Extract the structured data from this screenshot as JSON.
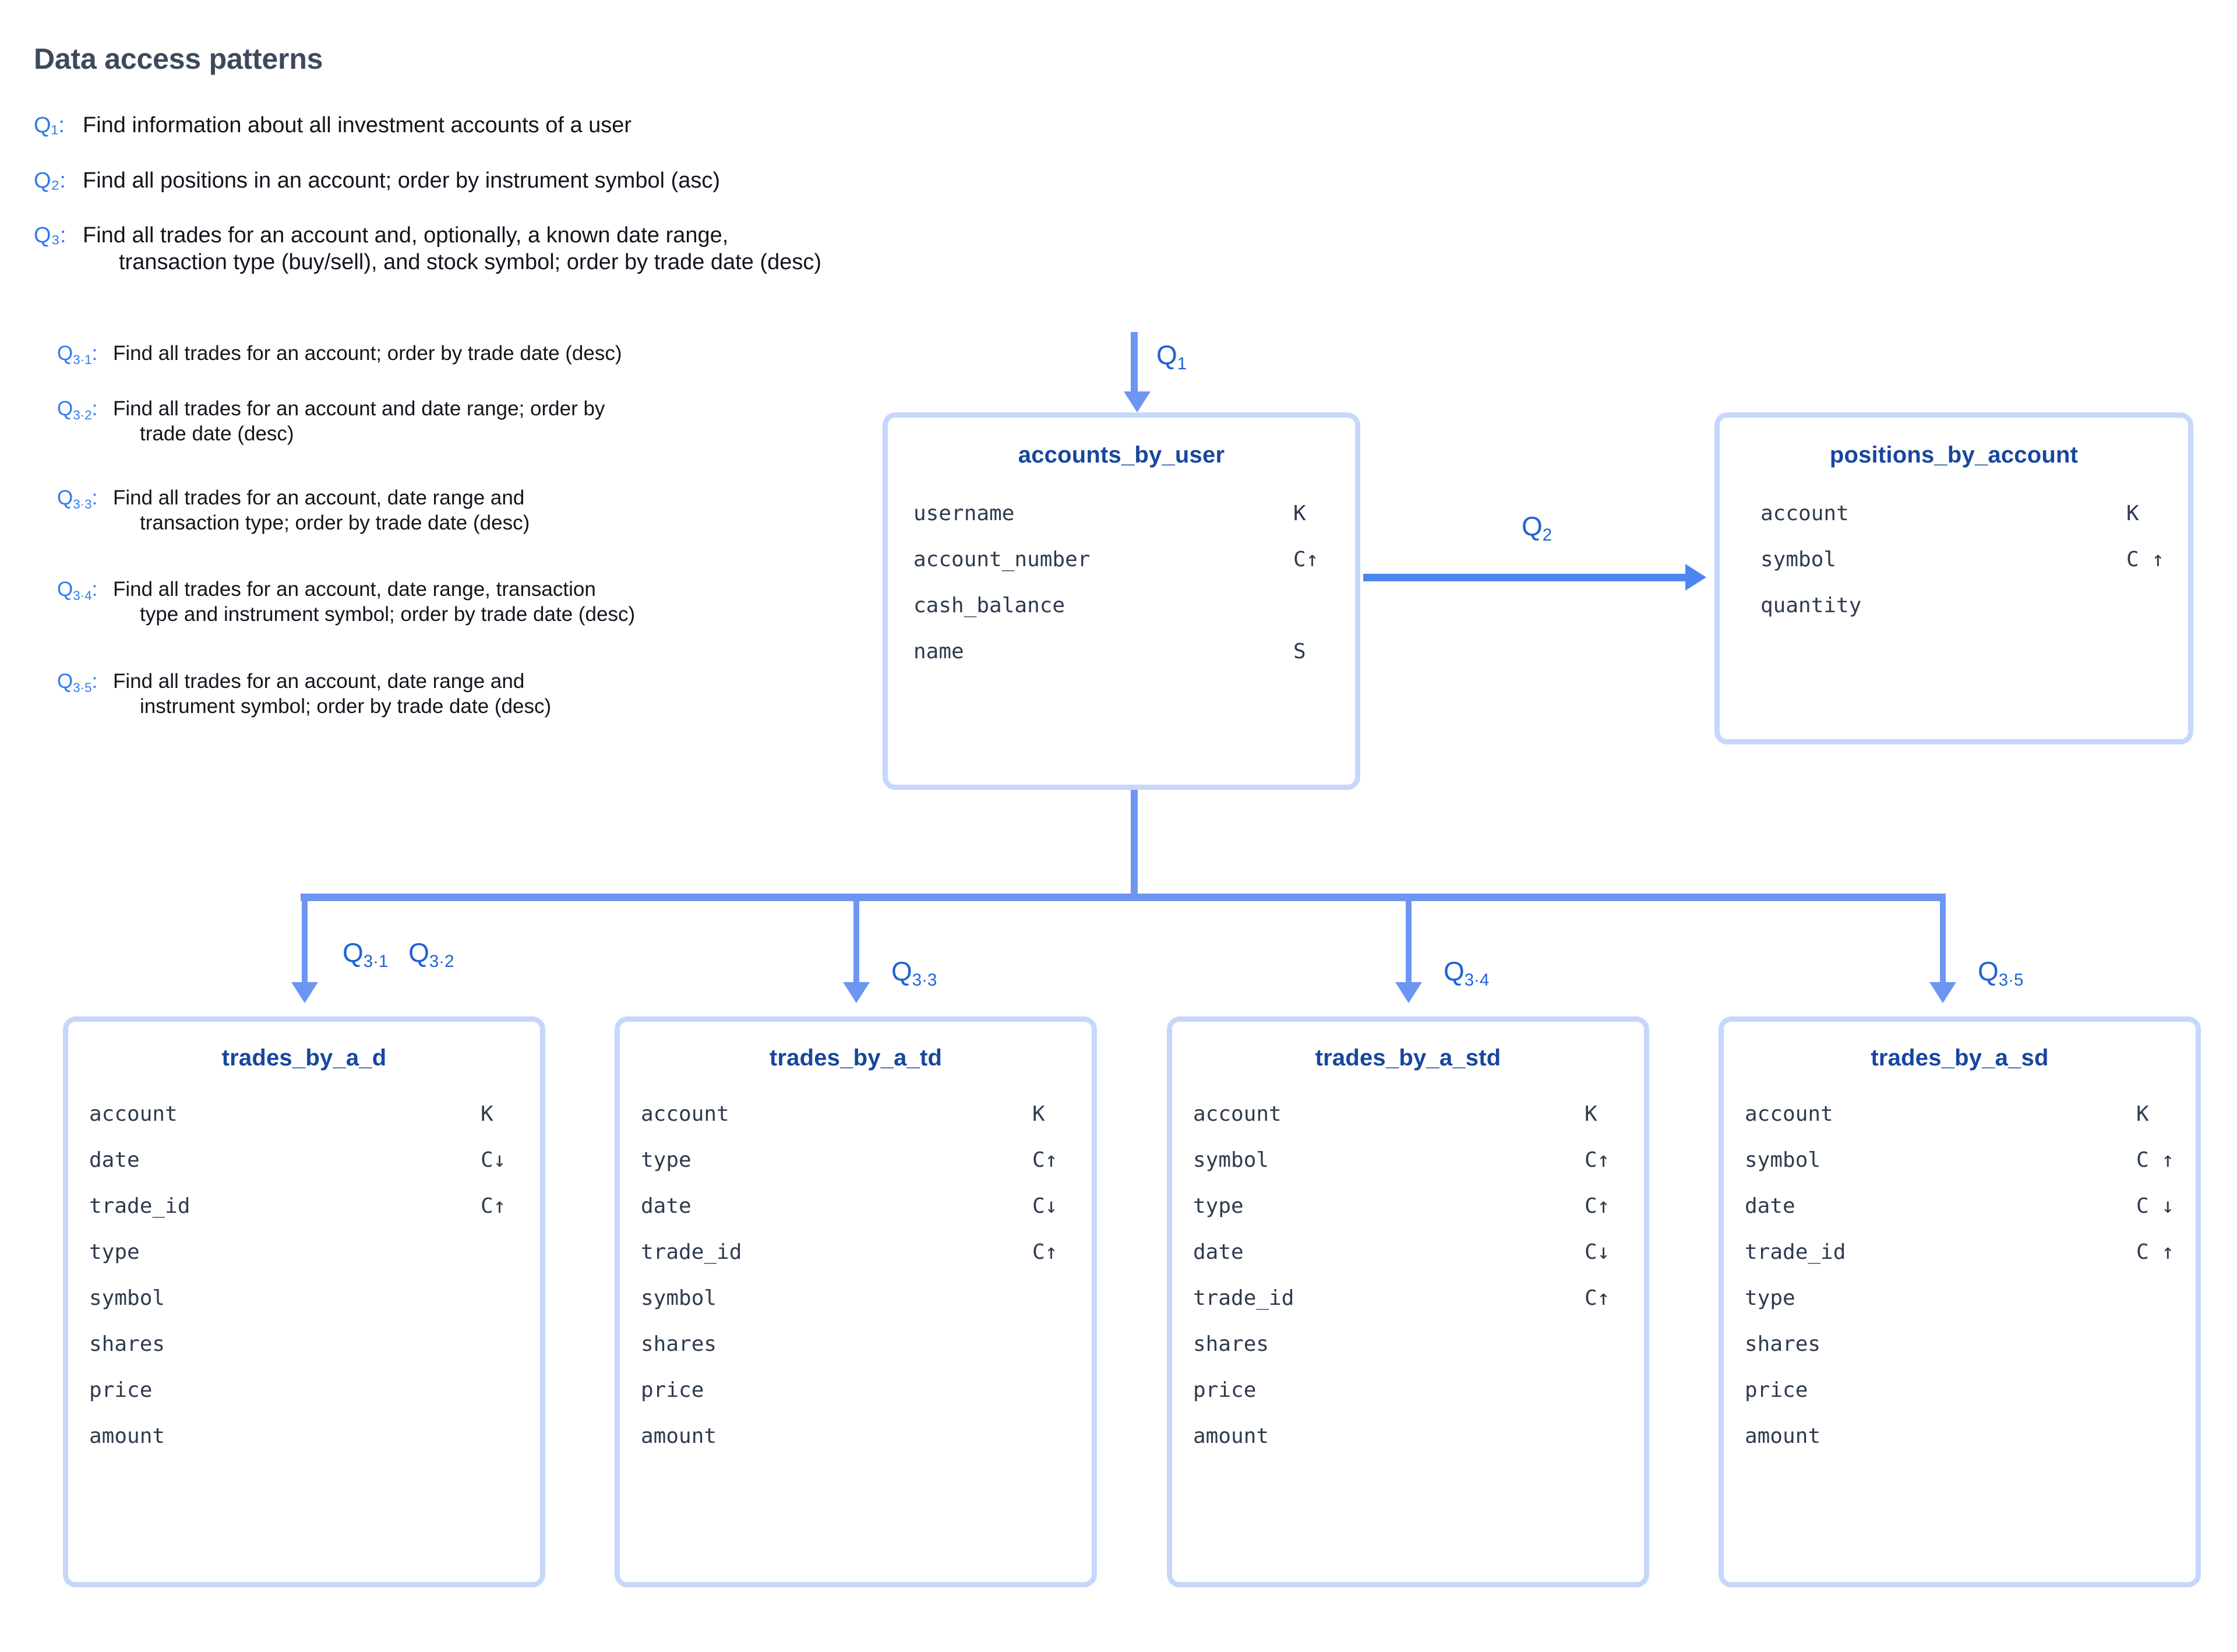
{
  "page": {
    "title": "Data access patterns",
    "accent_blue": "#2f7bf0",
    "deep_blue": "#17469e",
    "connector_blue": "#6c96f2",
    "box_border": "#c6d7fb",
    "title_color": "#3d4a5c",
    "mono_text_color": "#2e3b4e"
  },
  "queries": [
    {
      "tag": "Q",
      "sub": "1",
      "label": "Q₁:",
      "text": "Find information about all investment accounts of a user"
    },
    {
      "tag": "Q",
      "sub": "2",
      "label": "Q₂:",
      "text": "Find all positions in an account; order by instrument symbol (asc)"
    },
    {
      "tag": "Q",
      "sub": "3",
      "label": "Q₃:",
      "line1": "Find all trades for an account and, optionally, a known date range,",
      "line2": "transaction type (buy/sell), and stock symbol; order by trade date (desc)"
    }
  ],
  "subqueries": [
    {
      "label": "Q",
      "sub": "3·1",
      "line1": "Find all trades for an account; order by trade date (desc)",
      "line2": ""
    },
    {
      "label": "Q",
      "sub": "3·2",
      "line1": "Find all trades for an account and date range; order by",
      "line2": "trade date (desc)"
    },
    {
      "label": "Q",
      "sub": "3·3",
      "line1": "Find all trades for an account, date range and",
      "line2": "transaction type; order by trade date (desc)"
    },
    {
      "label": "Q",
      "sub": "3·4",
      "line1": "Find all trades for an account, date range, transaction",
      "line2": "type and instrument symbol; order by trade date (desc)"
    },
    {
      "label": "Q",
      "sub": "3·5",
      "line1": "Find all trades for an account, date range and",
      "line2": "instrument symbol; order by trade date (desc)"
    }
  ],
  "arrow_labels": {
    "q1": {
      "base": "Q",
      "sub": "1"
    },
    "q2": {
      "base": "Q",
      "sub": "2"
    },
    "q31_32": {
      "base1": "Q",
      "sub1": "3·1",
      "base2": "Q",
      "sub2": "3·2"
    },
    "q33": {
      "base": "Q",
      "sub": "3·3"
    },
    "q34": {
      "base": "Q",
      "sub": "3·4"
    },
    "q35": {
      "base": "Q",
      "sub": "3·5"
    }
  },
  "tables": {
    "accounts_by_user": {
      "name": "accounts_by_user",
      "fields": [
        {
          "name": "username",
          "key": "K"
        },
        {
          "name": "account_number",
          "key": "C↑"
        },
        {
          "name": "cash_balance",
          "key": ""
        },
        {
          "name": "name",
          "key": "S"
        }
      ]
    },
    "positions_by_account": {
      "name": "positions_by_account",
      "fields": [
        {
          "name": "account",
          "key": "K"
        },
        {
          "name": "symbol",
          "key": "C ↑"
        },
        {
          "name": "quantity",
          "key": ""
        }
      ]
    },
    "trades_by_a_d": {
      "name": "trades_by_a_d",
      "fields": [
        {
          "name": "account",
          "key": "K"
        },
        {
          "name": "date",
          "key": "C↓"
        },
        {
          "name": "trade_id",
          "key": "C↑"
        },
        {
          "name": "type",
          "key": ""
        },
        {
          "name": "symbol",
          "key": ""
        },
        {
          "name": "shares",
          "key": ""
        },
        {
          "name": "price",
          "key": ""
        },
        {
          "name": "amount",
          "key": ""
        }
      ]
    },
    "trades_by_a_td": {
      "name": "trades_by_a_td",
      "fields": [
        {
          "name": "account",
          "key": "K"
        },
        {
          "name": "type",
          "key": "C↑"
        },
        {
          "name": "date",
          "key": "C↓"
        },
        {
          "name": "trade_id",
          "key": "C↑"
        },
        {
          "name": "symbol",
          "key": ""
        },
        {
          "name": "shares",
          "key": ""
        },
        {
          "name": "price",
          "key": ""
        },
        {
          "name": "amount",
          "key": ""
        }
      ]
    },
    "trades_by_a_std": {
      "name": "trades_by_a_std",
      "fields": [
        {
          "name": "account",
          "key": "K"
        },
        {
          "name": "symbol",
          "key": "C↑"
        },
        {
          "name": "type",
          "key": "C↑"
        },
        {
          "name": "date",
          "key": "C↓"
        },
        {
          "name": "trade_id",
          "key": "C↑"
        },
        {
          "name": "shares",
          "key": ""
        },
        {
          "name": "price",
          "key": ""
        },
        {
          "name": "amount",
          "key": ""
        }
      ]
    },
    "trades_by_a_sd": {
      "name": "trades_by_a_sd",
      "fields": [
        {
          "name": "account",
          "key": "K"
        },
        {
          "name": "symbol",
          "key": "C ↑"
        },
        {
          "name": "date",
          "key": "C ↓"
        },
        {
          "name": "trade_id",
          "key": "C ↑"
        },
        {
          "name": "type",
          "key": ""
        },
        {
          "name": "shares",
          "key": ""
        },
        {
          "name": "price",
          "key": ""
        },
        {
          "name": "amount",
          "key": ""
        }
      ]
    }
  }
}
